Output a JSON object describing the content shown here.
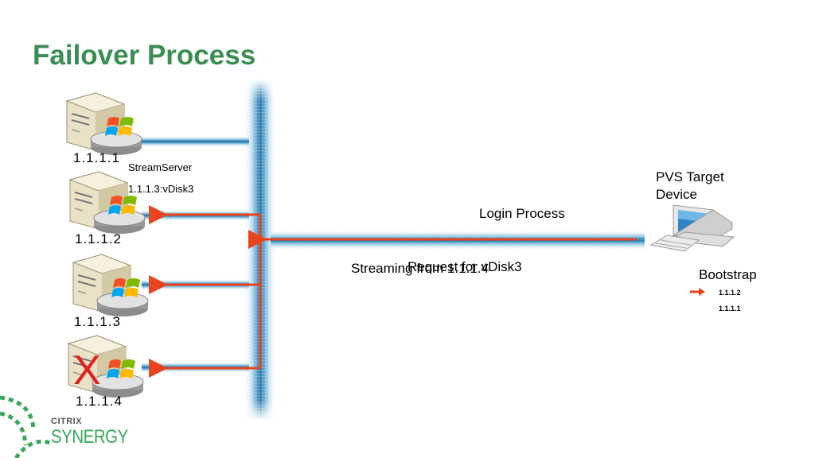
{
  "title": "Failover Process",
  "servers": [
    {
      "ip": "1.1.1.1",
      "failed": false
    },
    {
      "ip": "1.1.1.2",
      "failed": false
    },
    {
      "ip": "1.1.1.3",
      "failed": false
    },
    {
      "ip": "1.1.1.4",
      "failed": true,
      "fail_mark": "X"
    }
  ],
  "stream_server_label": "StreamServer",
  "vdisk_label": "1.1.1.3:vDisk3",
  "target_device_label": "PVS Target Device",
  "login_label": "Login Process",
  "request_label": "Request for vDisk3",
  "streaming_label": "Streaming from 1.1.1.4",
  "bootstrap": {
    "title": "Bootstrap",
    "entries": [
      "1.1.1.2",
      "1.1.1.1"
    ]
  },
  "logo": {
    "brand": "CITRIX",
    "product": "SYNERGY"
  },
  "colors": {
    "title": "#3a8d53",
    "arrow": "#e8451e",
    "cable": "#3c8dbb",
    "fail": "#e21f1f",
    "logo": "#39a85a"
  }
}
